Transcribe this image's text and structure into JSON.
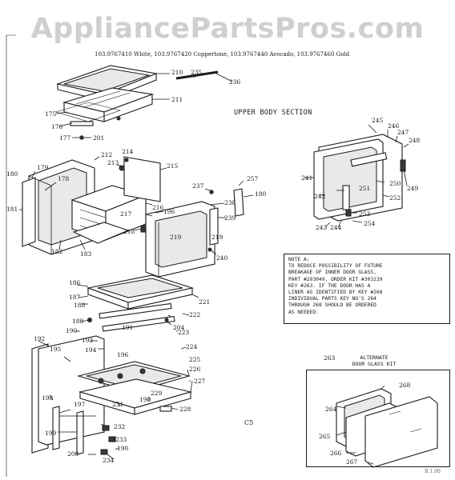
{
  "watermark": "AppliancePartsPros.com",
  "header": {
    "models": "103.9767410 White, 103.9767420 Coppertone, 103.9767440 Avocado, 103.9767460 Gold"
  },
  "section_title": "UPPER BODY SECTION",
  "note": {
    "lines": [
      "NOTE A:",
      "TO REDUCE POSSIBILITY OF FUTURE",
      "BREAKAGE OF INNER DOOR GLASS,",
      "PART #293049, ORDER KIT #303229",
      "KEY #263. IF THE DOOR HAS A",
      "LINER AS IDENTIFIED BY KEY #268",
      "INDIVIDUAL PARTS KEY NO'S 264",
      "THROUGH 268 SHOULD BE ORDERED",
      "AS NEEDED."
    ]
  },
  "alternate_kit": {
    "title_line1": "ALTERNATE",
    "title_line2": "DOOR GLASS KIT"
  },
  "page_code": "C5",
  "corner_code": "R.1.00",
  "callouts": [
    "210",
    "235",
    "236",
    "211",
    "175",
    "176",
    "177",
    "201",
    "212",
    "214",
    "215",
    "213",
    "179",
    "178",
    "180",
    "181",
    "182",
    "183",
    "217",
    "216",
    "196",
    "218",
    "237",
    "238",
    "239",
    "180",
    "219",
    "219",
    "240",
    "257",
    "245",
    "246",
    "247",
    "248",
    "250",
    "241",
    "242",
    "251",
    "252",
    "249",
    "253",
    "254",
    "243",
    "244",
    "186",
    "187",
    "188",
    "189",
    "190",
    "193",
    "194",
    "196",
    "191",
    "192",
    "195",
    "204",
    "222",
    "221",
    "223",
    "224",
    "225",
    "226",
    "227",
    "229",
    "228",
    "190",
    "198",
    "197",
    "199",
    "232",
    "233",
    "190",
    "200",
    "234",
    "231",
    "263",
    "268",
    "264",
    "265",
    "266",
    "267"
  ]
}
